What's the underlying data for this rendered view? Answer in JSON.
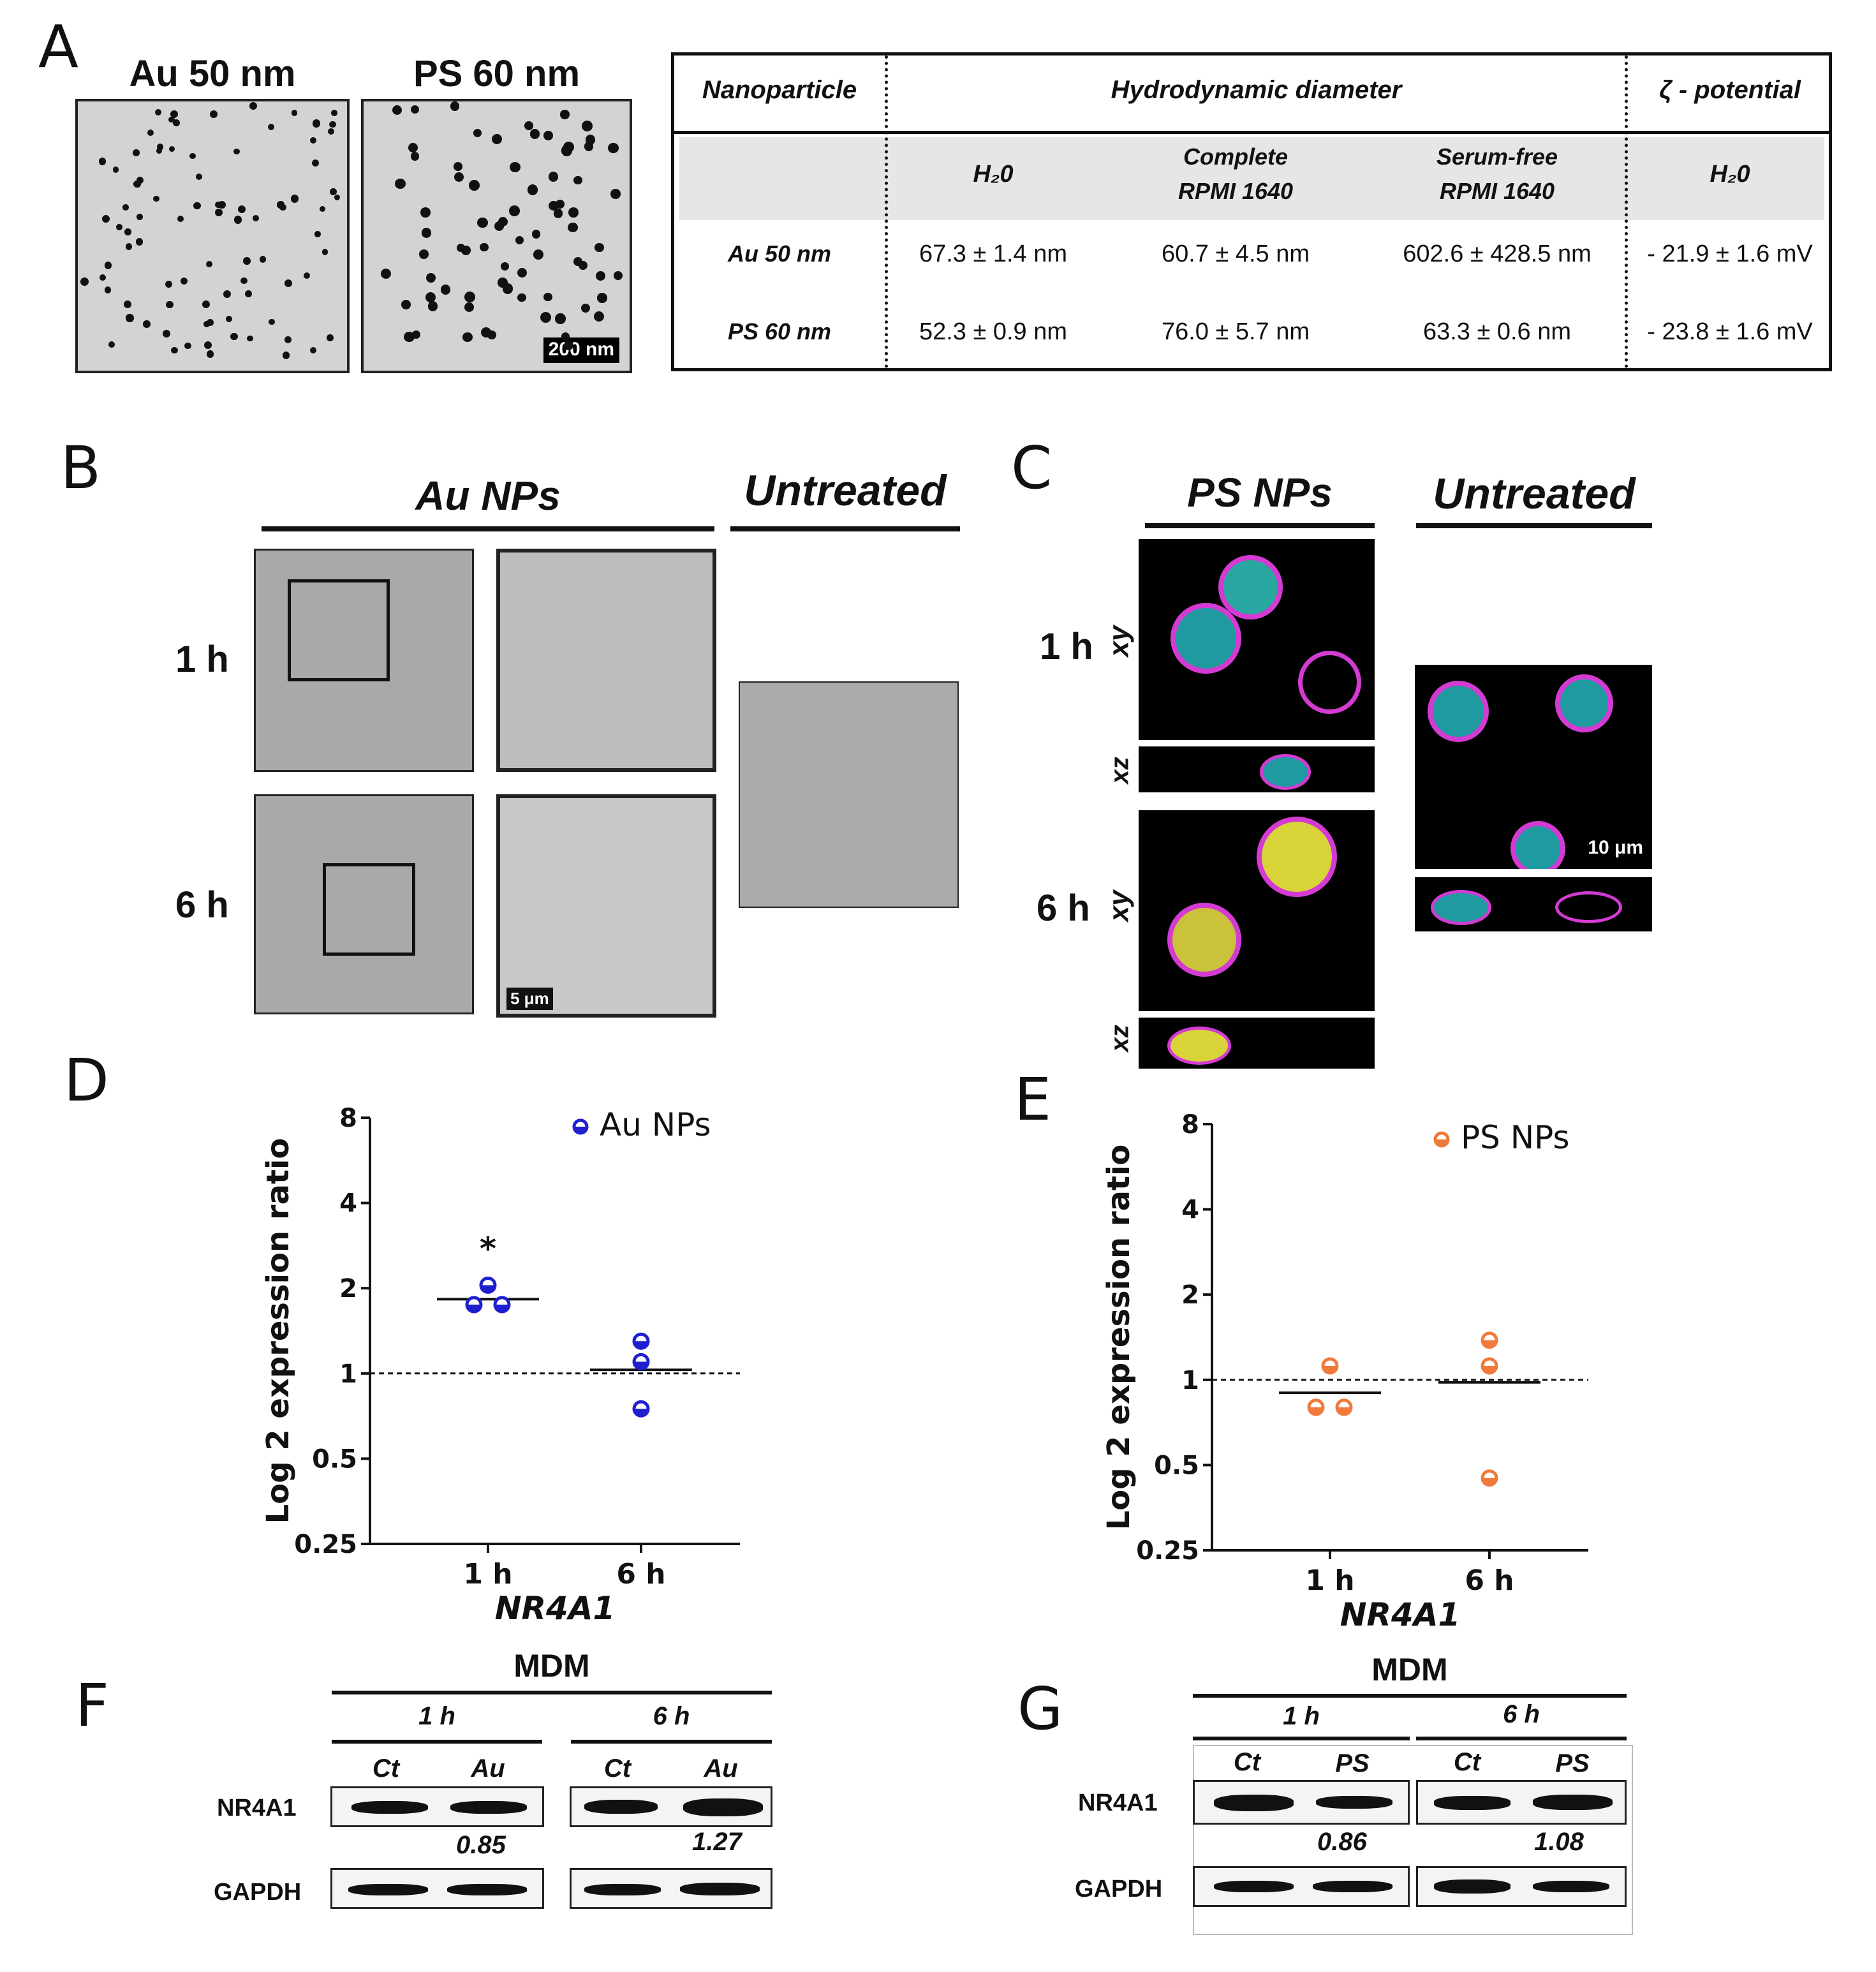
{
  "panels": {
    "A": {
      "label": "A",
      "tem": [
        {
          "title": "Au 50 nm"
        },
        {
          "title": "PS 60 nm",
          "scale_bar": "200 nm"
        }
      ],
      "table": {
        "headers": {
          "nanoparticle": "Nanoparticle",
          "hydro": "Hydrodynamic diameter",
          "zeta": "ζ - potential"
        },
        "subheaders": {
          "h2o": "H₂0",
          "complete_1": "Complete",
          "complete_2": "RPMI 1640",
          "serum_1": "Serum-free",
          "serum_2": "RPMI 1640",
          "zeta_h2o": "H₂0"
        },
        "rows": [
          {
            "name": "Au 50 nm",
            "h2o": "67.3 ± 1.4 nm",
            "complete": "60.7 ± 4.5 nm",
            "serum_free": "602.6 ± 428.5 nm",
            "zeta": "- 21.9 ± 1.6 mV"
          },
          {
            "name": "PS 60 nm",
            "h2o": "52.3 ± 0.9 nm",
            "complete": "76.0 ± 5.7 nm",
            "serum_free": "63.3 ± 0.6 nm",
            "zeta": "- 23.8 ± 1.6 mV"
          }
        ]
      }
    },
    "B": {
      "label": "B",
      "group_title": "Au NPs",
      "untreated": "Untreated",
      "time1": "1 h",
      "time2": "6 h",
      "scale_bar": "5 μm"
    },
    "C": {
      "label": "C",
      "group_title": "PS NPs",
      "untreated": "Untreated",
      "time1": "1 h",
      "time2": "6 h",
      "xy": "xy",
      "xz": "xz",
      "scale_bar": "10 μm"
    },
    "D": {
      "label": "D",
      "star": "*"
    },
    "E": {
      "label": "E"
    },
    "F": {
      "label": "F",
      "group": "MDM",
      "t1": "1 h",
      "t2": "6 h",
      "lanes": [
        "Ct",
        "Au",
        "Ct",
        "Au"
      ],
      "row1": "NR4A1",
      "row2": "GAPDH",
      "ratio1": "0.85",
      "ratio2": "1.27"
    },
    "G": {
      "label": "G",
      "group": "MDM",
      "t1": "1 h",
      "t2": "6 h",
      "lanes": [
        "Ct",
        "PS",
        "Ct",
        "PS"
      ],
      "row1": "NR4A1",
      "row2": "GAPDH",
      "ratio1": "0.86",
      "ratio2": "1.08"
    }
  },
  "chart_data": [
    {
      "type": "scatter",
      "panel": "D",
      "categories": [
        "1 h",
        "6 h"
      ],
      "xlabel": "NR4A1",
      "ylabel": "Log 2 expression ratio",
      "yscale": "log2",
      "ylim": [
        0.25,
        8
      ],
      "yticks": [
        "0.25",
        "0.5",
        "1",
        "2",
        "4",
        "8"
      ],
      "reference_line": 1,
      "legend": "top-right",
      "color": "#1f1fd0",
      "series": [
        {
          "name": "Au NPs",
          "points": {
            "1 h": [
              2.05,
              1.75,
              1.75
            ],
            "6 h": [
              1.3,
              1.1,
              0.75
            ]
          },
          "means": {
            "1 h": 1.83,
            "6 h": 1.03
          }
        }
      ]
    },
    {
      "type": "scatter",
      "panel": "E",
      "categories": [
        "1 h",
        "6 h"
      ],
      "xlabel": "NR4A1",
      "ylabel": "Log 2 expression ratio",
      "yscale": "log2",
      "ylim": [
        0.25,
        8
      ],
      "yticks": [
        "0.25",
        "0.5",
        "1",
        "2",
        "4",
        "8"
      ],
      "reference_line": 1,
      "legend": "top-right",
      "color": "#f07a3a",
      "series": [
        {
          "name": "PS NPs",
          "points": {
            "1 h": [
              1.12,
              0.8,
              0.8
            ],
            "6 h": [
              1.38,
              1.12,
              0.45
            ]
          },
          "means": {
            "1 h": 0.9,
            "6 h": 0.98
          }
        }
      ]
    }
  ]
}
